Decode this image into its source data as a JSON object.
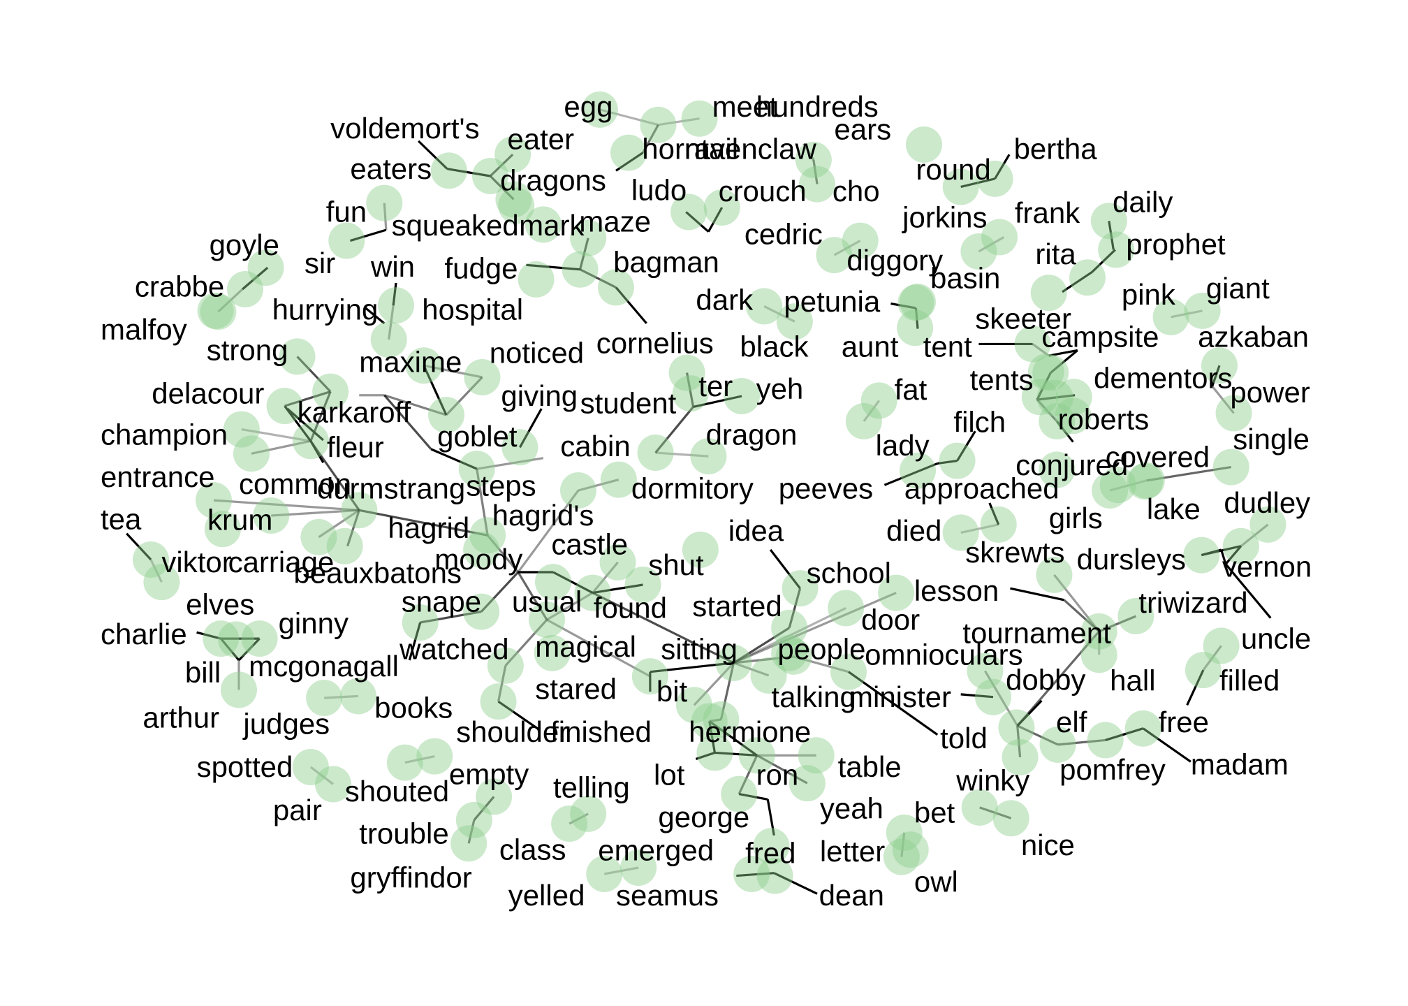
{
  "graph": {
    "node_color": "#8fcf8f",
    "node_opacity": 0.45,
    "edge_color": "#000000",
    "words": [
      "egg",
      "meet",
      "hundreds",
      "ears",
      "round",
      "bertha",
      "voldemort's",
      "eater",
      "eaters",
      "dragons",
      "horntail",
      "ravenclaw",
      "cho",
      "ludo",
      "crouch",
      "jorkins",
      "frank",
      "daily",
      "fun",
      "squeaked",
      "mark",
      "maze",
      "cedric",
      "diggory",
      "basin",
      "rita",
      "prophet",
      "goyle",
      "sir",
      "win",
      "fudge",
      "bagman",
      "petunia",
      "pink",
      "giant",
      "crabbe",
      "hurrying",
      "hospital",
      "dark",
      "black",
      "aunt",
      "tent",
      "skeeter",
      "campsite",
      "azkaban",
      "malfoy",
      "strong",
      "maxime",
      "noticed",
      "cornelius",
      "tents",
      "dementors",
      "power",
      "delacour",
      "giving",
      "student",
      "ter",
      "yeh",
      "fat",
      "filch",
      "roberts",
      "karkaroff",
      "fleur",
      "goblet",
      "cabin",
      "dragon",
      "lady",
      "conjured",
      "covered",
      "single",
      "champion",
      "steps",
      "entrance",
      "common",
      "durmstrang",
      "dormitory",
      "peeves",
      "approached",
      "dudley",
      "tea",
      "krum",
      "hagrid",
      "hagrid's",
      "idea",
      "died",
      "girls",
      "lake",
      "viktor",
      "carriage",
      "moody",
      "castle",
      "shut",
      "skrewts",
      "dursleys",
      "vernon",
      "beauxbatons",
      "school",
      "lesson",
      "elves",
      "snape",
      "usual",
      "found",
      "started",
      "door",
      "triwizard",
      "ginny",
      "charlie",
      "watched",
      "magical",
      "sitting",
      "people",
      "tournament",
      "uncle",
      "bill",
      "mcgonagall",
      "omnioculars",
      "hall",
      "filled",
      "stared",
      "bit",
      "talking",
      "minister",
      "dobby",
      "arthur",
      "judges",
      "books",
      "shoulder",
      "finished",
      "hermione",
      "told",
      "elf",
      "free",
      "spotted",
      "lot",
      "table",
      "madam",
      "pomfrey",
      "shouted",
      "ron",
      "winky",
      "empty",
      "telling",
      "pair",
      "george",
      "yeah",
      "bet",
      "trouble",
      "class",
      "emerged",
      "letter",
      "nice",
      "fred",
      "gryffindor",
      "yelled",
      "seamus",
      "dean",
      "owl"
    ]
  }
}
